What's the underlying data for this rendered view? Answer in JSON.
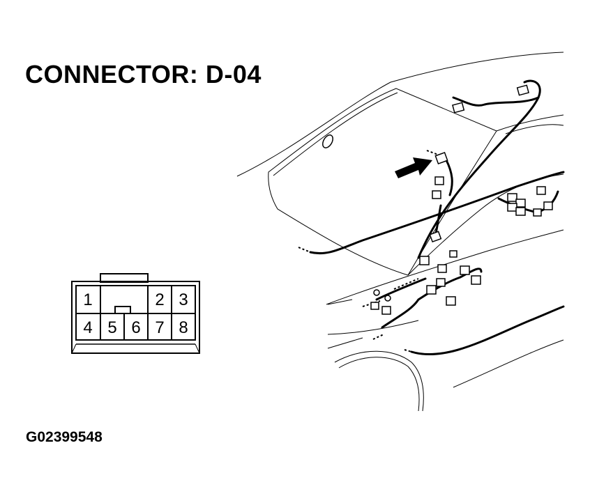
{
  "title": "CONNECTOR: D-04",
  "figure_id": "G02399548",
  "connector": {
    "top_row": [
      "1",
      "2",
      "3"
    ],
    "bottom_row": [
      "4",
      "5",
      "6",
      "7",
      "8"
    ]
  },
  "colors": {
    "ink": "#000000",
    "paper": "#ffffff"
  }
}
